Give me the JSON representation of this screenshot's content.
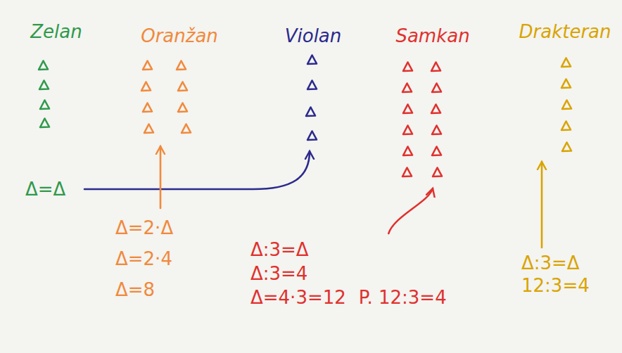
{
  "diagram": {
    "nodes": [
      {
        "text": [
          "Zelan"
        ]
      },
      {
        "text": [
          "Oranžan"
        ]
      },
      {
        "text": [
          "Violan"
        ]
      },
      {
        "text": [
          "Samkan"
        ]
      },
      {
        "text": [
          "Drakteran"
        ]
      },
      {
        "text": [
          "Δ=Δ"
        ]
      },
      {
        "text": [
          "Δ=2·Δ",
          "Δ=2·4",
          "Δ=8"
        ]
      },
      {
        "text": [
          "Δ:3=Δ",
          "Δ:3=4",
          "Δ=4·3=12",
          "P. 12:3=4"
        ]
      },
      {
        "text": [
          "Δ:3=Δ",
          "12:3=4"
        ]
      }
    ],
    "edges": [
      {
        "from": 5,
        "to": 2,
        "arrow": "to"
      },
      {
        "from": 6,
        "to": 1,
        "arrow": "to"
      },
      {
        "from": 7,
        "to": 3,
        "arrow": "to"
      },
      {
        "from": 8,
        "to": 4,
        "arrow": "to"
      }
    ]
  }
}
